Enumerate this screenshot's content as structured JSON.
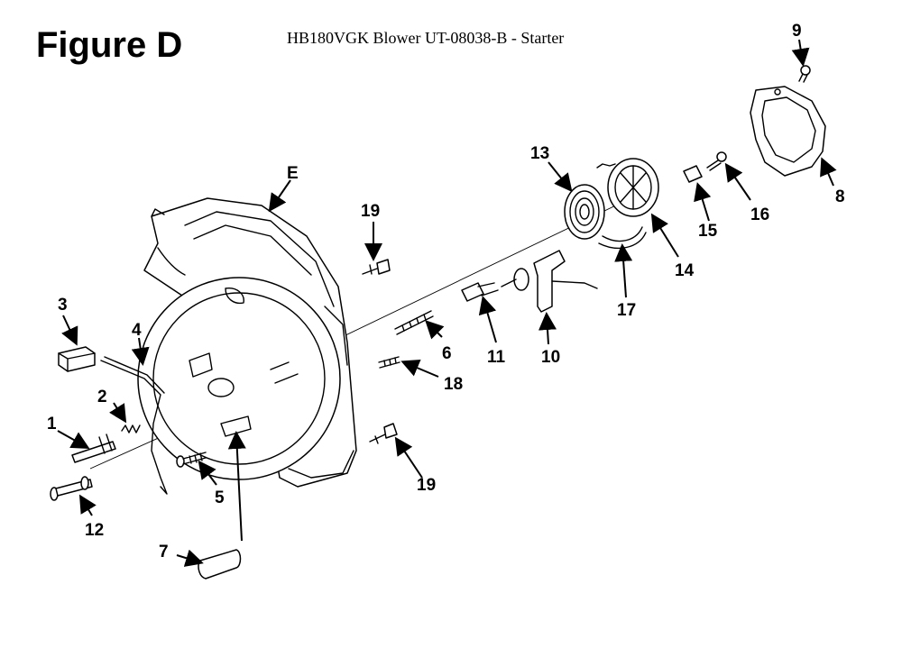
{
  "figure_label": "Figure D",
  "subtitle": "HB180VGK Blower UT-08038-B - Starter",
  "callouts": {
    "c1": "1",
    "c2": "2",
    "c3": "3",
    "c4": "4",
    "c5": "5",
    "c6": "6",
    "c7": "7",
    "c8": "8",
    "c9": "9",
    "c10": "10",
    "c11": "11",
    "c12": "12",
    "c13": "13",
    "c14": "14",
    "c15": "15",
    "c16": "16",
    "c17": "17",
    "c18": "18",
    "c19a": "19",
    "c19b": "19",
    "cE": "E"
  }
}
